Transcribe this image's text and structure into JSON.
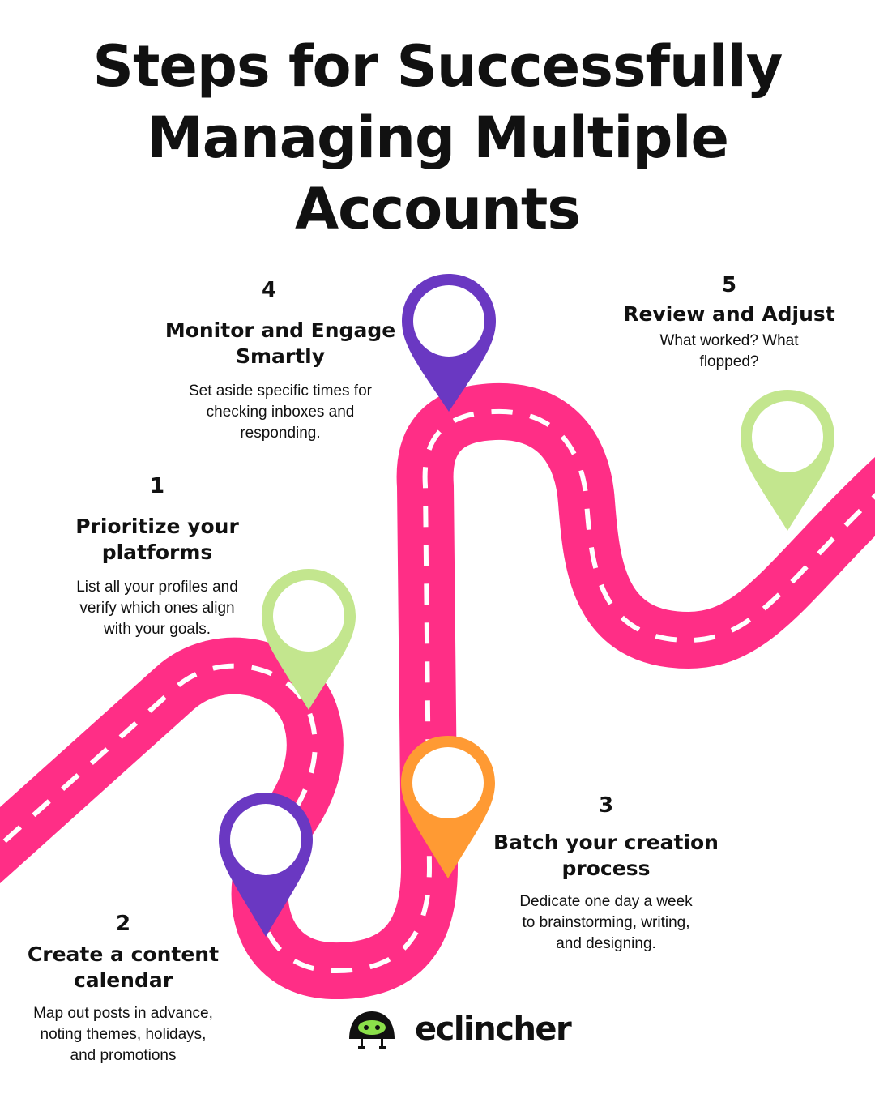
{
  "title_lines": [
    "Steps for Successfully",
    "Managing Multiple",
    "Accounts"
  ],
  "colors": {
    "road": "#FF2E86",
    "lane": "#FFFFFF",
    "pin_purple": "#6A38C2",
    "pin_green": "#C3E68E",
    "pin_orange": "#FF9A33"
  },
  "steps": {
    "s1": {
      "number": "1",
      "heading_lines": [
        "Prioritize your",
        "platforms"
      ],
      "desc_lines": [
        "List all your profiles and",
        "verify which ones align",
        "with your goals."
      ]
    },
    "s2": {
      "number": "2",
      "heading_lines": [
        "Create a content",
        "calendar"
      ],
      "desc_lines": [
        "Map out posts in advance,",
        "noting themes, holidays,",
        "and promotions"
      ]
    },
    "s3": {
      "number": "3",
      "heading_lines": [
        "Batch your creation",
        "process"
      ],
      "desc_lines": [
        "Dedicate one day a week",
        "to brainstorming, writing,",
        "and designing."
      ]
    },
    "s4": {
      "number": "4",
      "heading_lines": [
        "Monitor and Engage",
        "Smartly"
      ],
      "desc_lines": [
        "Set aside specific times for",
        "checking inboxes and",
        "responding."
      ]
    },
    "s5": {
      "number": "5",
      "heading_lines": [
        "Review and Adjust"
      ],
      "desc_lines": [
        "What worked? What",
        "flopped?"
      ]
    }
  },
  "brand": {
    "name": "eclincher",
    "icon": "eclincher-mascot-icon"
  }
}
